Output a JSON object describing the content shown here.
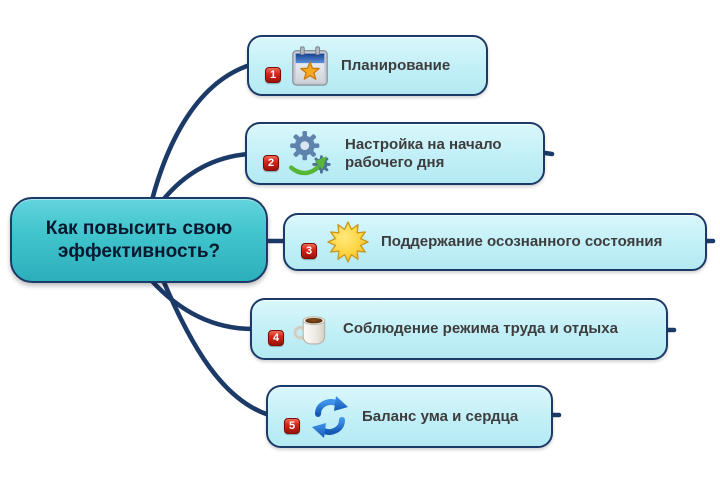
{
  "central": {
    "title": "Как повысить свою эффективность?"
  },
  "branches": [
    {
      "number": "1",
      "label": "Планирование",
      "icon": "calendar-star-icon"
    },
    {
      "number": "2",
      "label": "Настройка на начало рабочего дня",
      "icon": "gears-icon"
    },
    {
      "number": "3",
      "label": "Поддержание осознанного состояния",
      "icon": "sun-icon"
    },
    {
      "number": "4",
      "label": "Соблюдение режима труда и отдыха",
      "icon": "coffee-cup-icon"
    },
    {
      "number": "5",
      "label": "Баланс ума и сердца",
      "icon": "refresh-arrows-icon"
    }
  ],
  "colors": {
    "central_fill": "#3fc3cc",
    "branch_fill": "#c6f0f8",
    "node_border": "#1c3a67",
    "connector": "#1c3a67",
    "badge_red": "#d6261b",
    "background": "#ffffff"
  }
}
